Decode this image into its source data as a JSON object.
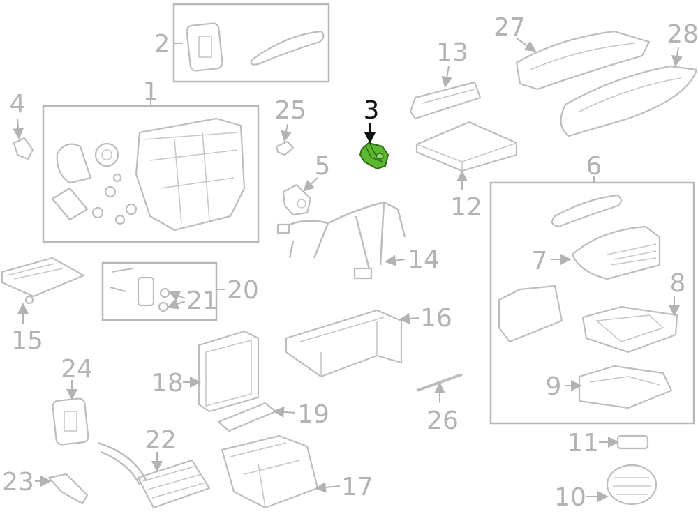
{
  "diagram": {
    "title": "HVAC components parts diagram",
    "highlight_part": "3",
    "colors": {
      "label": "#b3b3b3",
      "outline": "#bdbdbd",
      "highlight_fill": "#5cb82e",
      "highlight_stroke": "#2f6a17",
      "highlight_label": "#111111"
    },
    "labels": [
      "1",
      "2",
      "3",
      "4",
      "5",
      "6",
      "7",
      "8",
      "9",
      "10",
      "11",
      "12",
      "13",
      "14",
      "15",
      "16",
      "17",
      "18",
      "19",
      "20",
      "21",
      "22",
      "23",
      "24",
      "25",
      "26",
      "27",
      "28"
    ]
  }
}
